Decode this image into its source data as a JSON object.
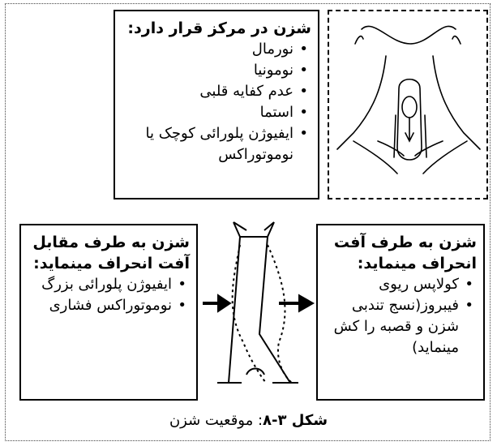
{
  "center_box": {
    "title": "شزن در مرکز قرار دارد:",
    "items": [
      "نورمال",
      "نومونیا",
      "عدم کفایه قلبی",
      "استما",
      "ایفیوژن پلورائی کوچک یا نوموتوراکس"
    ]
  },
  "left_box": {
    "title": "شزن به طرف مقابل آفت انحراف مینماید:",
    "items": [
      "ایفیوژن پلورائی بزرگ",
      "نوموتوراکس فشاری"
    ]
  },
  "right_box": {
    "title": "شزن به طرف آفت انحراف مینماید:",
    "items": [
      "کولاپس ریوی",
      "فیبروز(نسج تندبی شزن و قصبه را کش مینماید)"
    ]
  },
  "caption": {
    "label": "شکل ۳-۸",
    "text": ": موقعیت شزن"
  }
}
